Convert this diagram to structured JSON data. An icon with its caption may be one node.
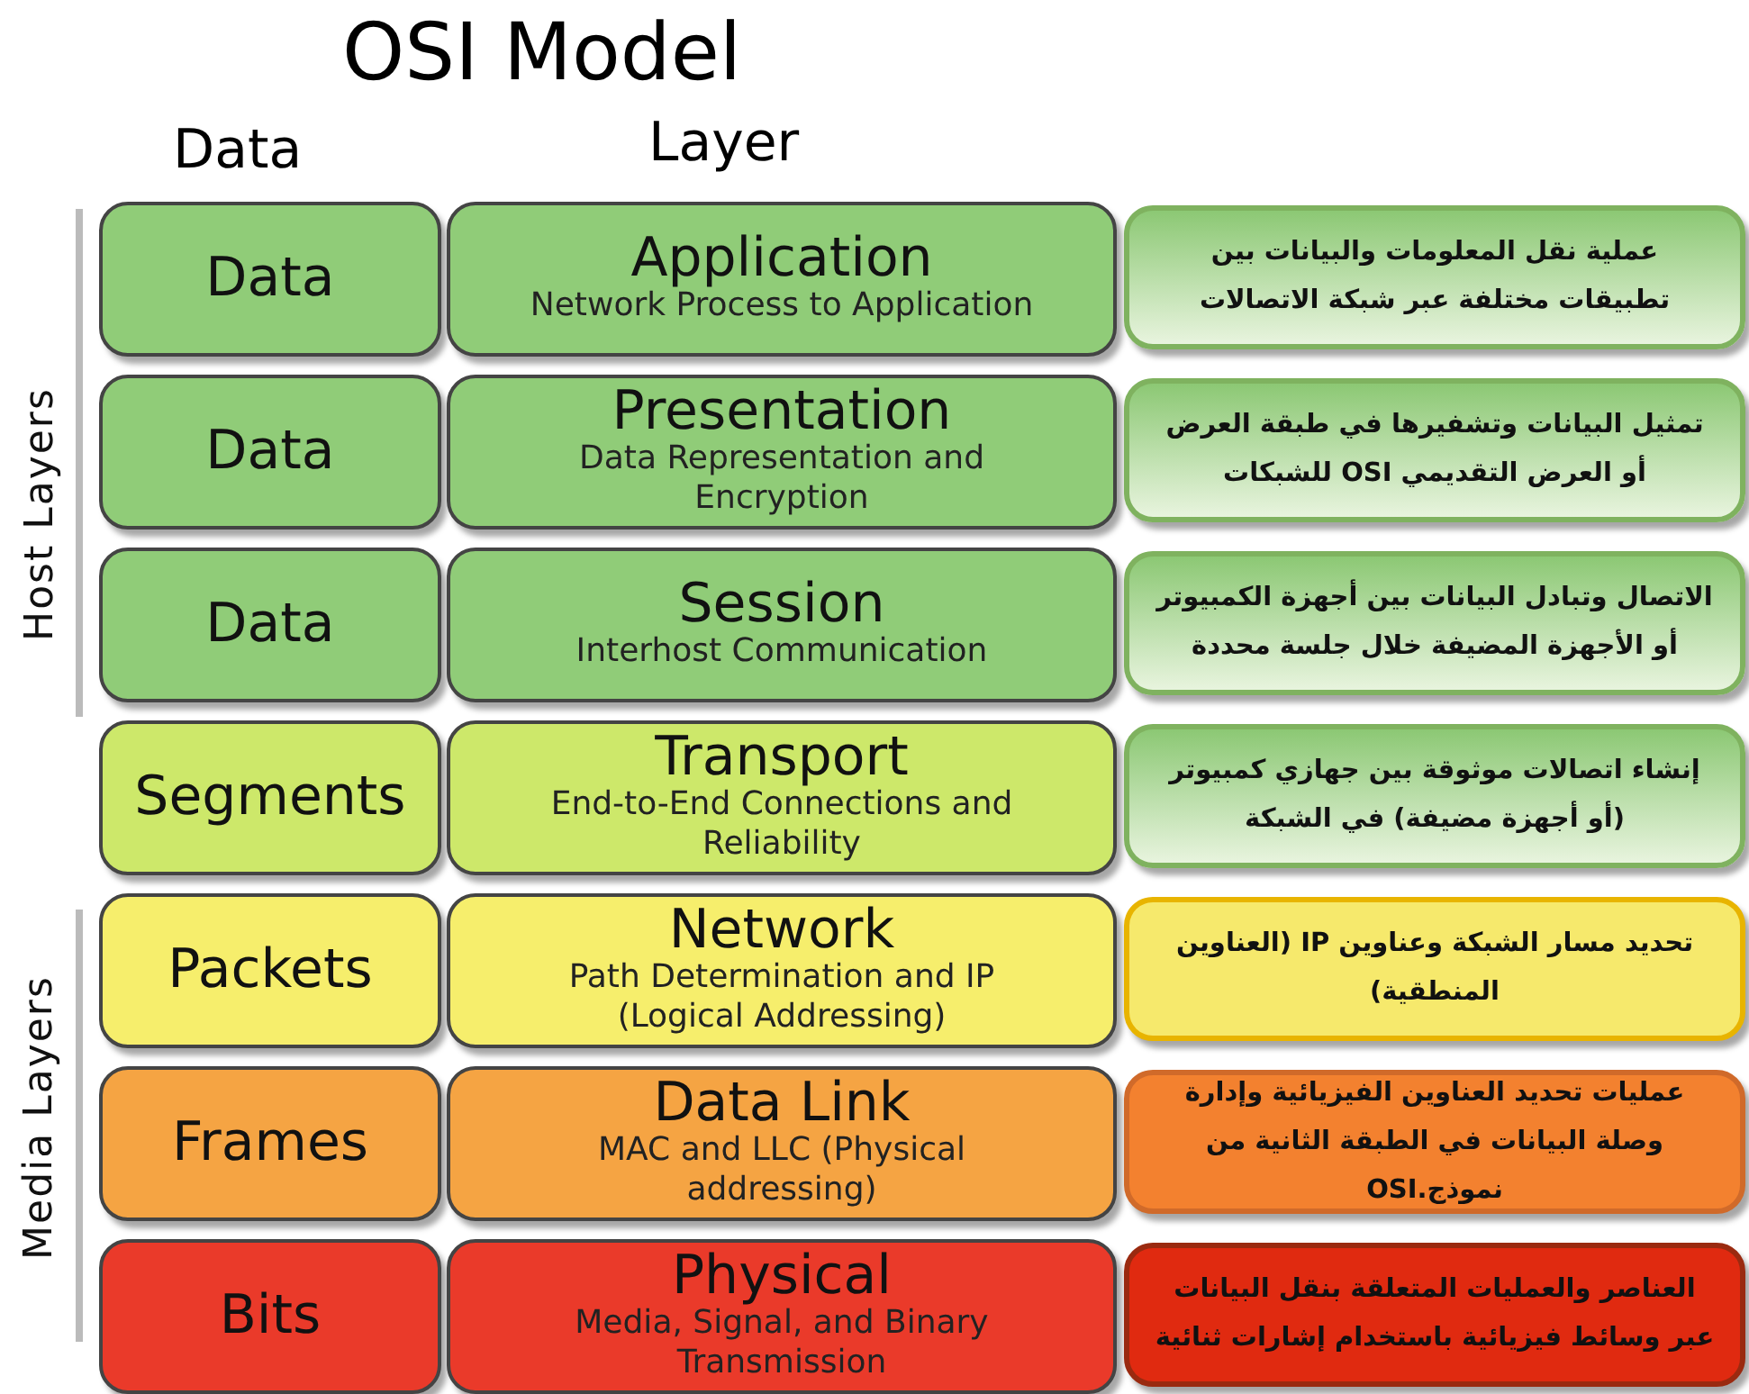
{
  "diagram": {
    "title": "OSI Model",
    "nodes": [
      {
        "text": [
          "Data"
        ]
      },
      {
        "text": [
          "Application",
          "Network Process to Application"
        ]
      },
      {
        "text": [
          "عملية نقل المعلومات والبيانات بين تطبيقات مختلفة عبر شبكة الاتصالات"
        ]
      },
      {
        "text": [
          "Data"
        ]
      },
      {
        "text": [
          "Presentation",
          "Data Representation and Encryption"
        ]
      },
      {
        "text": [
          "تمثيل البيانات وتشفيرها في طبقة العرض أو العرض التقديمي OSI للشبكات"
        ]
      },
      {
        "text": [
          "Data"
        ]
      },
      {
        "text": [
          "Session",
          "Interhost Communication"
        ]
      },
      {
        "text": [
          "الاتصال وتبادل البيانات بين أجهزة الكمبيوتر أو الأجهزة المضيفة خلال جلسة محددة"
        ]
      },
      {
        "text": [
          "Segments"
        ]
      },
      {
        "text": [
          "Transport",
          "End-to-End Connections and Reliability"
        ]
      },
      {
        "text": [
          "إنشاء اتصالات موثوقة بين جهازي كمبيوتر (أو أجهزة مضيفة) في الشبكة"
        ]
      },
      {
        "text": [
          "Packets"
        ]
      },
      {
        "text": [
          "Network",
          "Path Determination and IP (Logical Addressing)"
        ]
      },
      {
        "text": [
          "تحديد مسار الشبكة وعناوين IP (العناوين المنطقية)"
        ]
      },
      {
        "text": [
          "Frames"
        ]
      },
      {
        "text": [
          "Data Link",
          "MAC and LLC (Physical addressing)"
        ]
      },
      {
        "text": [
          "عمليات تحديد العناوين الفيزيائية وإدارة وصلة البيانات في الطبقة الثانية من نموذج.OSI"
        ]
      },
      {
        "text": [
          "Bits"
        ]
      },
      {
        "text": [
          "Physical",
          "Media, Signal, and Binary Transmission"
        ]
      },
      {
        "text": [
          "العناصر والعمليات المتعلقة بنقل البيانات عبر وسائط فيزيائية باستخدام إشارات ثنائية"
        ]
      }
    ],
    "labels": [
      "Data",
      "Layer",
      "Host Layers",
      "Media Layers"
    ]
  }
}
